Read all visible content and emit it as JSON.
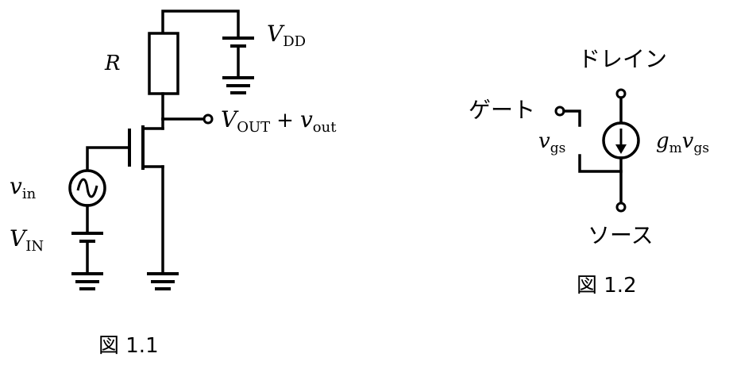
{
  "figure_1_1": {
    "caption": "図 1.1",
    "resistor_label": "R",
    "vdd_label_main": "V",
    "vdd_label_sub": "DD",
    "vout_V": "V",
    "vout_V_sub": "OUT",
    "vout_plus": "+",
    "vout_v": "v",
    "vout_v_sub": "out",
    "vin_v": "v",
    "vin_sub": "in",
    "VIN_V": "V",
    "VIN_sub": "IN"
  },
  "figure_1_2": {
    "caption": "図 1.2",
    "drain_label": "ドレイン",
    "gate_label": "ゲート",
    "source_label": "ソース",
    "vgs_v": "v",
    "vgs_sub": "gs",
    "gm_g": "g",
    "gm_sub": "m",
    "gm_v": "v",
    "gm_v_sub": "gs"
  }
}
